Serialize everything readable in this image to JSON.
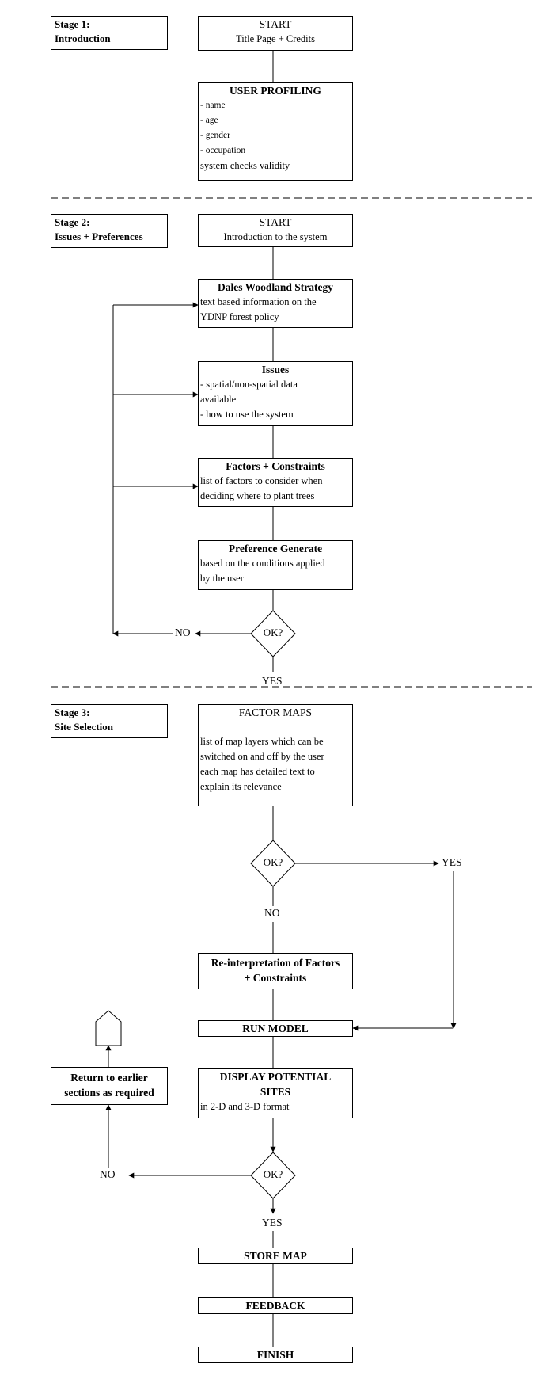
{
  "stages": {
    "s1": {
      "line1": "Stage 1:",
      "line2": "Introduction"
    },
    "s2": {
      "line1": "Stage 2:",
      "line2": "Issues + Preferences"
    },
    "s3": {
      "line1": "Stage 3:",
      "line2": "Site Selection"
    }
  },
  "start1": {
    "title": "START",
    "text": "Title Page + Credits"
  },
  "profiling": {
    "title": "USER PROFILING",
    "items": [
      "- name",
      "- age",
      "- gender",
      "- occupation"
    ],
    "footer": "system checks validity"
  },
  "start2": {
    "title": "START",
    "text": "Introduction to the system"
  },
  "dales": {
    "title": "Dales Woodland Strategy",
    "line1": "text based information on the",
    "line2": "YDNP forest policy"
  },
  "issues": {
    "title": "Issues",
    "line1": " - spatial/non-spatial data",
    "line2": "available",
    "line3": " - how to use the system"
  },
  "factors": {
    "title": "Factors + Constraints",
    "line1": "list of factors to consider when",
    "line2": "deciding where to plant trees"
  },
  "preference": {
    "title": "Preference Generate",
    "line1": "based on the conditions applied",
    "line2": "by the user"
  },
  "decisions": {
    "ok1": "OK?",
    "ok2": "OK?",
    "ok3": "OK?"
  },
  "labels": {
    "no1": "NO",
    "yes1": "YES",
    "yes2": "YES",
    "no2": "NO",
    "no3": "NO",
    "yes3": "YES"
  },
  "factor_maps": {
    "title": "FACTOR MAPS",
    "line1": "list of map layers which can be",
    "line2": "switched on and off by the user",
    "line3": "each map has detailed text to",
    "line4": "explain its relevance"
  },
  "reinterp": {
    "line1": "Re-interpretation of Factors",
    "line2": "+ Constraints"
  },
  "run_model": {
    "title": "RUN MODEL"
  },
  "display": {
    "line1": "DISPLAY POTENTIAL",
    "line2": "SITES",
    "line3": "in 2-D and 3-D format"
  },
  "return_box": {
    "line1": "Return to earlier",
    "line2": "sections as required"
  },
  "store_map": {
    "title": "STORE MAP"
  },
  "feedback": {
    "title": "FEEDBACK"
  },
  "finish": {
    "title": "FINISH"
  }
}
